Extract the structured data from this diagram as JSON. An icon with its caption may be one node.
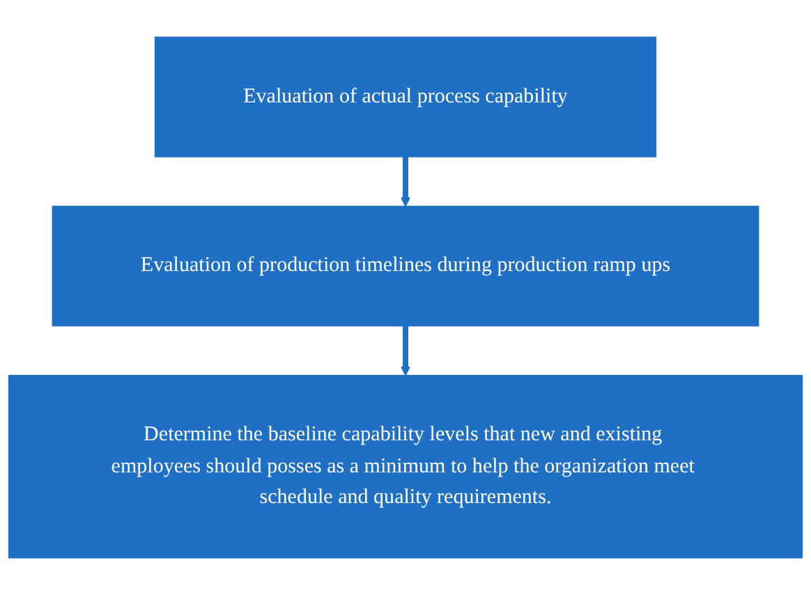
{
  "diagram": {
    "nodes": [
      {
        "text": [
          "Evaluation of actual process capability"
        ]
      },
      {
        "text": [
          "Evaluation of production timelines during production ramp ups"
        ]
      },
      {
        "text": [
          "Determine the baseline capability levels that new and existing employees should posses as a minimum to help the organization meet schedule and quality requirements."
        ]
      }
    ],
    "edges": [
      {
        "from": 0,
        "to": 1,
        "arrow": "to"
      },
      {
        "from": 1,
        "to": 2,
        "arrow": "to"
      }
    ]
  }
}
